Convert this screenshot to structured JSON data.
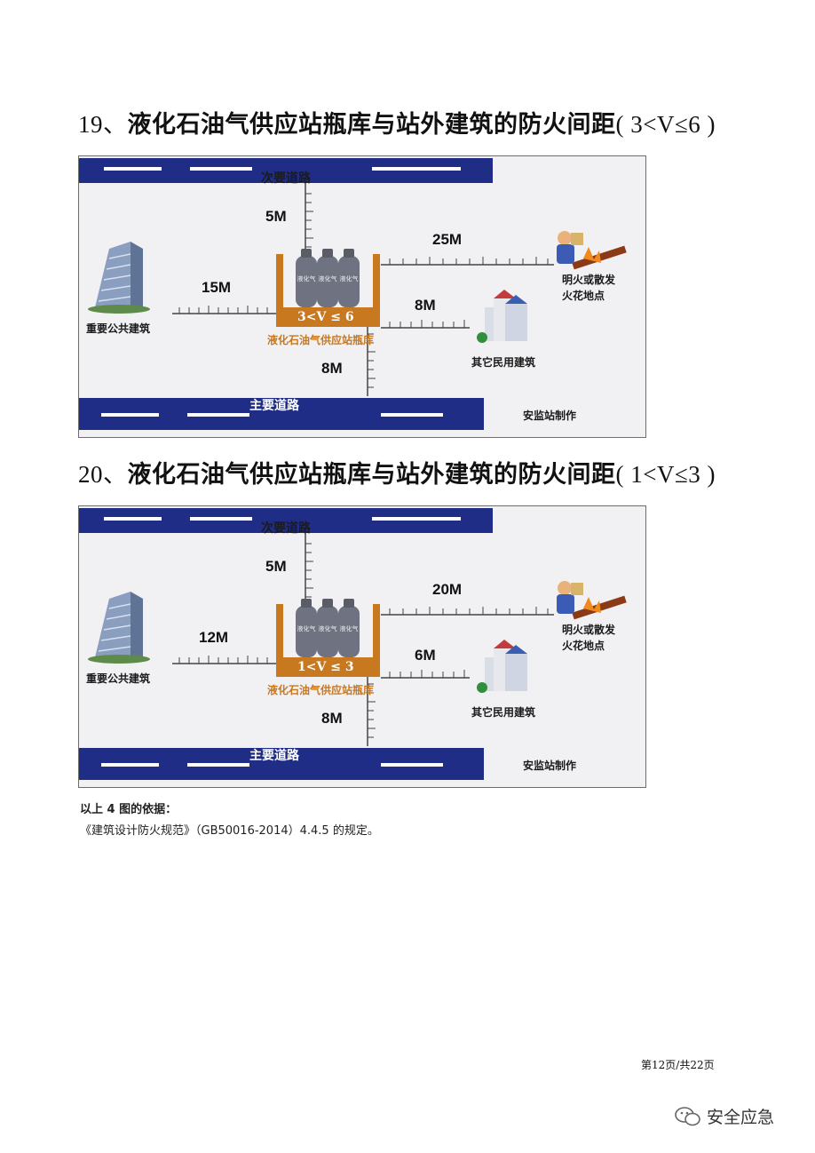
{
  "sections": [
    {
      "heading_num": "19、",
      "heading_cn": "液化石油气供应站瓶库与站外建筑的防火间距",
      "heading_range": "( 3<V≤6 )",
      "figure": {
        "road_top": "次要道路",
        "road_bottom": "主要道路",
        "dist_top": "5M",
        "dist_left": "15M",
        "dist_fire": "25M",
        "dist_civil": "8M",
        "dist_bottom": "8M",
        "public_building": "重要公共建筑",
        "fire_line1": "明火或散发",
        "fire_line2": "火花地点",
        "civil_building": "其它民用建筑",
        "store_label": "液化石油气供应站瓶库",
        "volume": "3<V ≤ 6",
        "credit": "安监站制作",
        "cylinder_text": "液化气"
      }
    },
    {
      "heading_num": "20、",
      "heading_cn": "液化石油气供应站瓶库与站外建筑的防火间距",
      "heading_range": "( 1<V≤3 )",
      "figure": {
        "road_top": "次要道路",
        "road_bottom": "主要道路",
        "dist_top": "5M",
        "dist_left": "12M",
        "dist_fire": "20M",
        "dist_civil": "6M",
        "dist_bottom": "8M",
        "public_building": "重要公共建筑",
        "fire_line1": "明火或散发",
        "fire_line2": "火花地点",
        "civil_building": "其它民用建筑",
        "store_label": "液化石油气供应站瓶库",
        "volume": "1<V ≤ 3",
        "credit": "安监站制作",
        "cylinder_text": "液化气"
      }
    }
  ],
  "basis_title": "以上 4 图的依据：",
  "basis_text": "《建筑设计防火规范》（GB50016-2014）4.4.5 的规定。",
  "page_number": "第12页/共22页",
  "watermark": "安全应急",
  "colors": {
    "road": "#1f2d86",
    "store_box": "#c8781e",
    "sky": "#f1f1f3"
  }
}
